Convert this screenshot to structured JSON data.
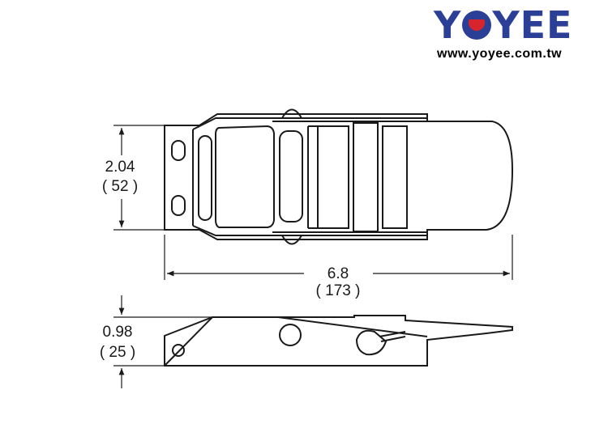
{
  "brand": {
    "logo_text_left": "Y",
    "logo_text_right": "YEE",
    "website": "www.yoyee.com.tw",
    "primary_color": "#2b3f96",
    "accent_color": "#d8242c"
  },
  "dimensions": {
    "height": {
      "inch": "2.04",
      "mm": "( 52 )"
    },
    "length": {
      "inch": "6.8",
      "mm": "( 173 )"
    },
    "thickness": {
      "inch": "0.98",
      "mm": "( 25 )"
    }
  }
}
